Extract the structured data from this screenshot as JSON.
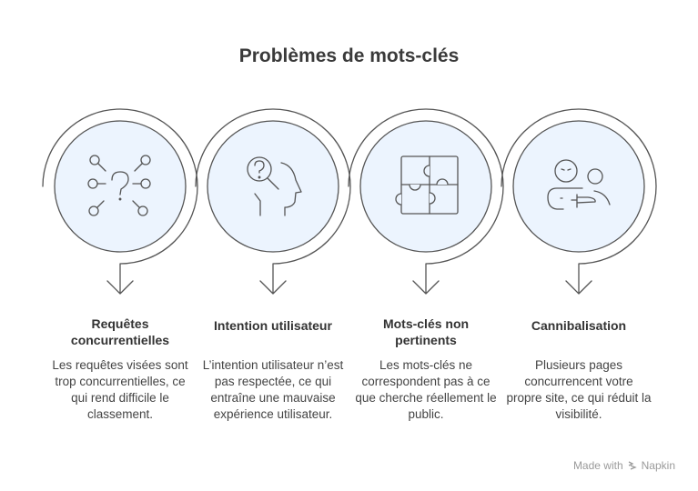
{
  "title": "Problèmes de mots-clés",
  "items": [
    {
      "title": "Requêtes concurrentielles",
      "text": "Les requêtes visées sont trop concurrentielles, ce qui rend difficile le classement.",
      "icon": "search-network-question-icon"
    },
    {
      "title": "Intention utilisateur",
      "text": "L’intention utilisateur n’est pas respectée, ce qui entraîne une mauvaise expérience utilisateur.",
      "icon": "head-question-magnifier-icon"
    },
    {
      "title": "Mots-clés non pertinents",
      "text": "Les mots-clés ne correspondent pas à ce que cherche réellement le public.",
      "icon": "puzzle-icon"
    },
    {
      "title": "Cannibalisation",
      "text": "Plusieurs pages concurrencent votre propre site, ce qui réduit la visibilité.",
      "icon": "competing-users-icon"
    }
  ],
  "footer": {
    "made_with": "Made with",
    "brand": "Napkin"
  },
  "colors": {
    "circle_fill": "#ecf4fe",
    "stroke": "#555555"
  }
}
